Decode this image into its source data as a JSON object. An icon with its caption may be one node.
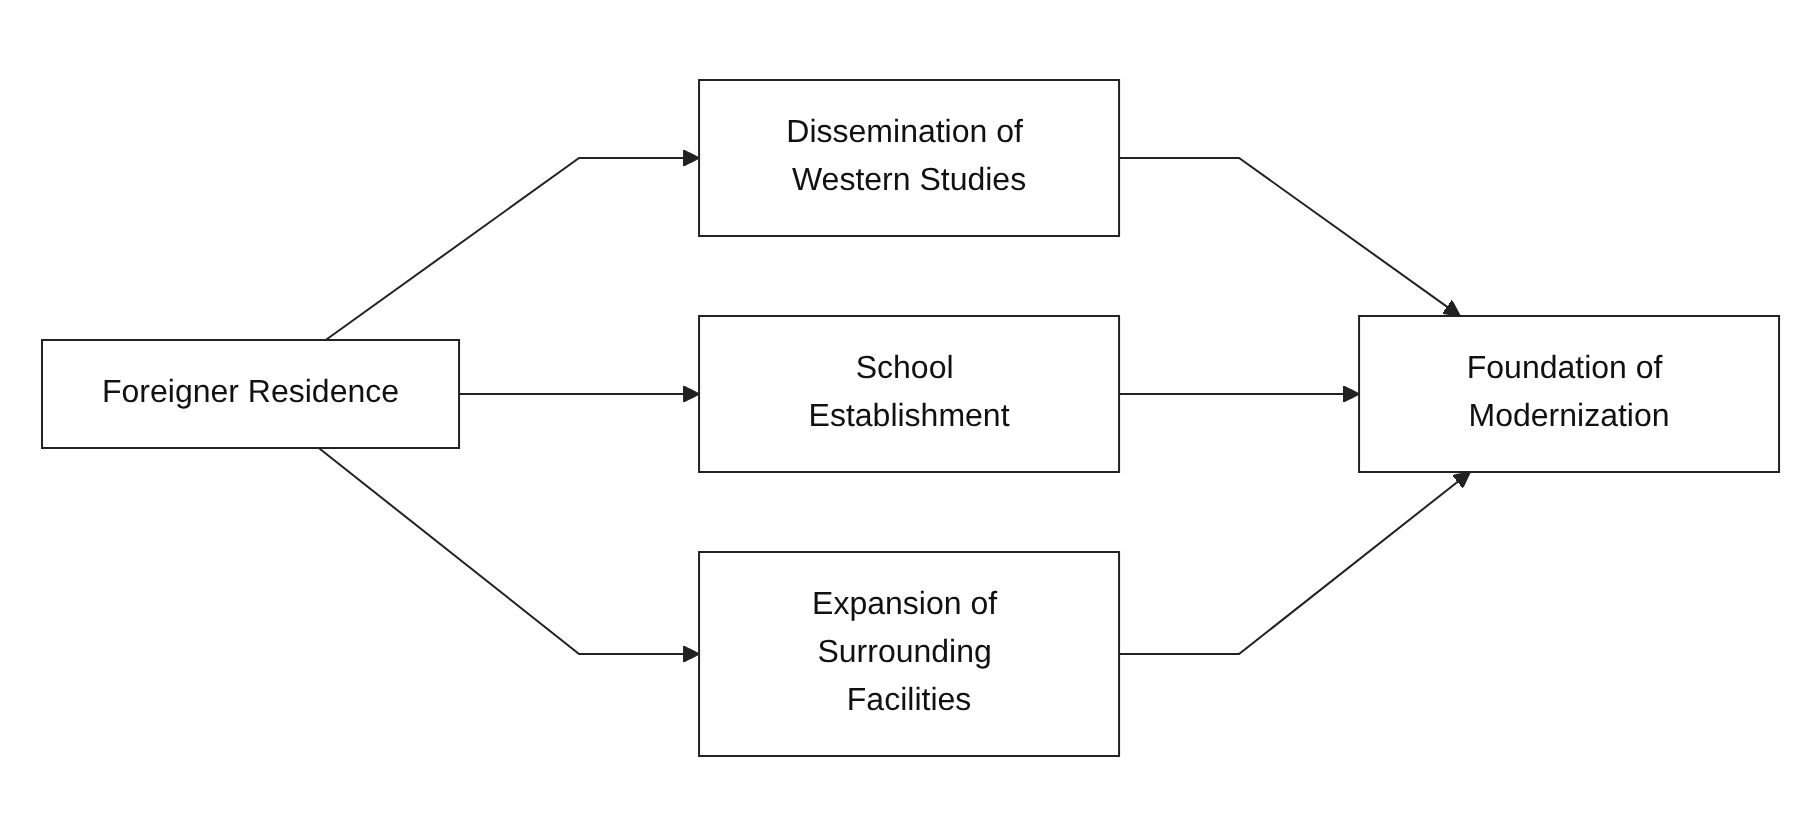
{
  "diagram": {
    "nodes": [
      {
        "text": [
          "Foreigner Residence"
        ]
      },
      {
        "text": [
          "Dissemination of Western Studies"
        ]
      },
      {
        "text": [
          "School Establishment"
        ]
      },
      {
        "text": [
          "Expansion of Surrounding Facilities"
        ]
      },
      {
        "text": [
          "Foundation of Modernization"
        ]
      }
    ],
    "edges": [
      {
        "from": 0,
        "to": 1,
        "arrow": "to"
      },
      {
        "from": 0,
        "to": 2,
        "arrow": "to"
      },
      {
        "from": 0,
        "to": 3,
        "arrow": "to"
      },
      {
        "from": 1,
        "to": 4,
        "arrow": "to"
      },
      {
        "from": 2,
        "to": 4,
        "arrow": "to"
      },
      {
        "from": 3,
        "to": 4,
        "arrow": "to"
      }
    ]
  }
}
